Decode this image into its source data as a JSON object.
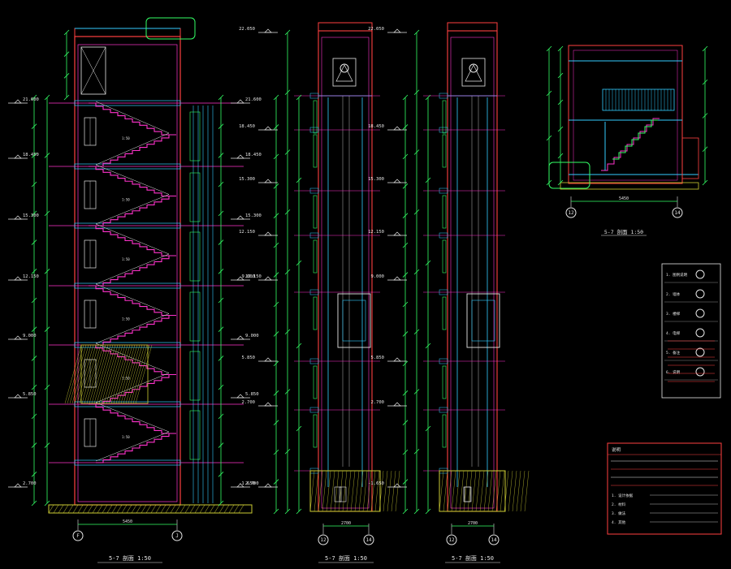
{
  "colors": {
    "background": "#000000",
    "wall_red": "#ff4040",
    "dim_green": "#33ff66",
    "stair_magenta": "#ff33cc",
    "cyan": "#33ccff",
    "yellow": "#ffff33",
    "white": "#e6e6e6",
    "hatch_yellow": "#cccc33"
  },
  "drawings": {
    "stair_section": {
      "title": "5-7 剖面 1:50",
      "scale": "1:50",
      "axis_left": "F",
      "axis_right": "J",
      "bottom_dim": "5450",
      "levels": [
        "21.600",
        "18.450",
        "15.300",
        "12.150",
        "9.000",
        "5.850",
        "2.700",
        "-0.150"
      ]
    },
    "elevator_section_1": {
      "title": "5-7 剖面 1:50",
      "scale": "1:50",
      "axis_left": "12",
      "axis_right": "14",
      "bottom_dim": "2700",
      "levels": [
        "22.050",
        "18.450",
        "15.300",
        "12.150",
        "9.000",
        "5.850",
        "2.700",
        "-1.650"
      ]
    },
    "elevator_section_2": {
      "title": "5-7 剖面 1:50",
      "scale": "1:50",
      "axis_left": "12",
      "axis_right": "14",
      "bottom_dim": "2700",
      "levels": [
        "22.050",
        "18.450",
        "15.300",
        "12.150",
        "9.000",
        "5.850",
        "2.700",
        "-1.650"
      ]
    },
    "detail": {
      "title": "5-7 剖面 1:50",
      "scale": "1:50",
      "axis_left": "12",
      "axis_right": "14",
      "bottom_dim": "5450"
    }
  },
  "legend": {
    "rows": [
      "1. 图例说明",
      "2. 墙体",
      "3. 楼梯",
      "4. 电梯",
      "5. 备注",
      "6. 说明"
    ]
  },
  "notes_table": {
    "title": "说明",
    "rows": [
      "1. 设计依据",
      "2. 材料",
      "3. 做法",
      "4. 其他"
    ]
  }
}
